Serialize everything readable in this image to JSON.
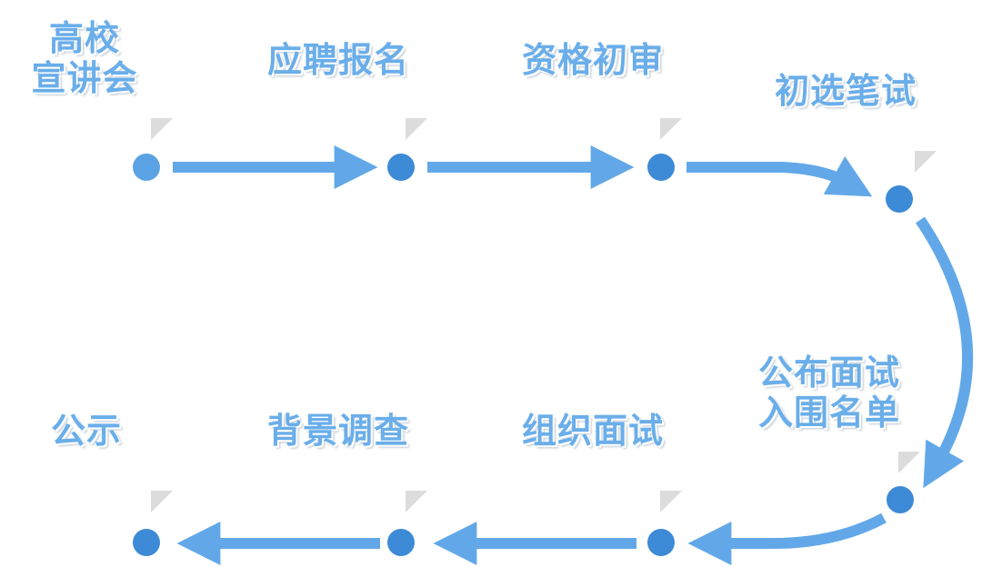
{
  "colors": {
    "label": "#6aaeea",
    "arrow": "#62a8e8",
    "node": "#3d8ad6",
    "node_first": "#5aa2e4",
    "marker": "#dcdcdc"
  },
  "steps": [
    {
      "id": "campus-talk",
      "lines": [
        "高校",
        "宣讲会"
      ]
    },
    {
      "id": "apply",
      "lines": [
        "应聘报名"
      ]
    },
    {
      "id": "screening",
      "lines": [
        "资格初审"
      ]
    },
    {
      "id": "written-test",
      "lines": [
        "初选笔试"
      ]
    },
    {
      "id": "interview-list",
      "lines": [
        "公布面试",
        "入围名单"
      ]
    },
    {
      "id": "interview",
      "lines": [
        "组织面试"
      ]
    },
    {
      "id": "background-check",
      "lines": [
        "背景调查"
      ]
    },
    {
      "id": "publicity",
      "lines": [
        "公示"
      ]
    }
  ]
}
